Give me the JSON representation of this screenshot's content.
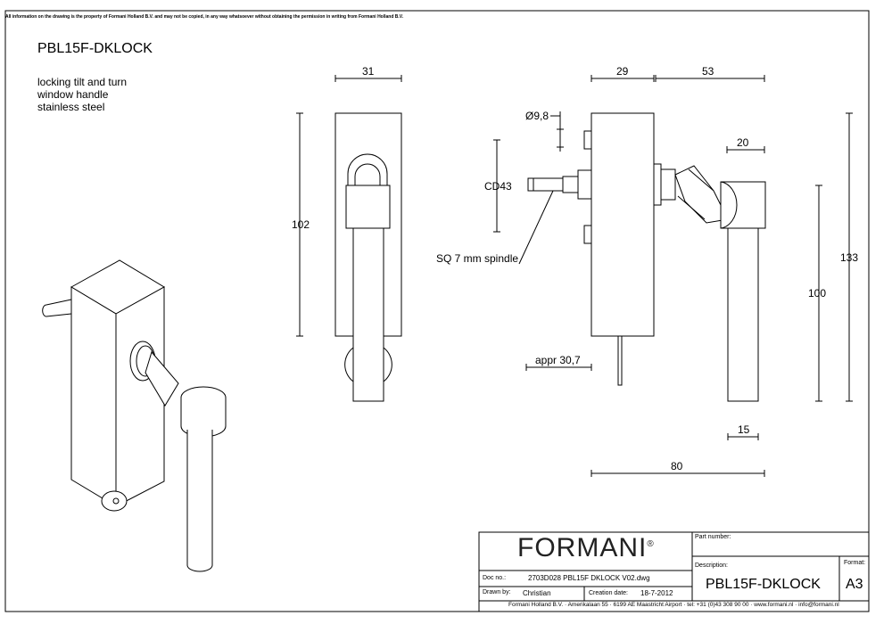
{
  "disclaimer": "All information on the drawing is the property of Formani Holland B.V. and may not be copied, in any way whatsoever without obtaining the permission in writing from Formani Holland B.V.",
  "title": "PBL15F-DKLOCK",
  "description_lines": [
    "locking tilt and turn",
    "window handle",
    "stainless steel"
  ],
  "dimensions": {
    "front_width": "31",
    "front_height": "102",
    "side_depth_body": "29",
    "side_depth_handle": "53",
    "diameter": "Ø9,8",
    "spindle_center": "CD43",
    "spindle_note": "SQ 7 mm spindle",
    "grip_width": "20",
    "overall_height": "133",
    "grip_length": "100",
    "spindle_length": "appr 30,7",
    "grip_diameter": "15",
    "overall_depth": "80"
  },
  "title_block": {
    "logo_text": "FORMANI",
    "logo_mark": "®",
    "part_number_label": "Part number:",
    "description_label": "Description:",
    "description_value": "PBL15F-DKLOCK",
    "format_label": "Format:",
    "format_value": "A3",
    "doc_no_label": "Doc no.:",
    "doc_no_value": "2703D028 PBL15F DKLOCK V02.dwg",
    "drawn_by_label": "Drawn by:",
    "drawn_by_value": "Christian",
    "creation_date_label": "Creation date:",
    "creation_date_value": "18-7-2012",
    "footer": "Formani Holland B.V.  ·  Amerikalaan 55  ·  6199 AE Maastricht Airport  ·  tel: +31 (0)43 308 90 00  ·  www.formani.nl  ·  info@formani.nl"
  }
}
